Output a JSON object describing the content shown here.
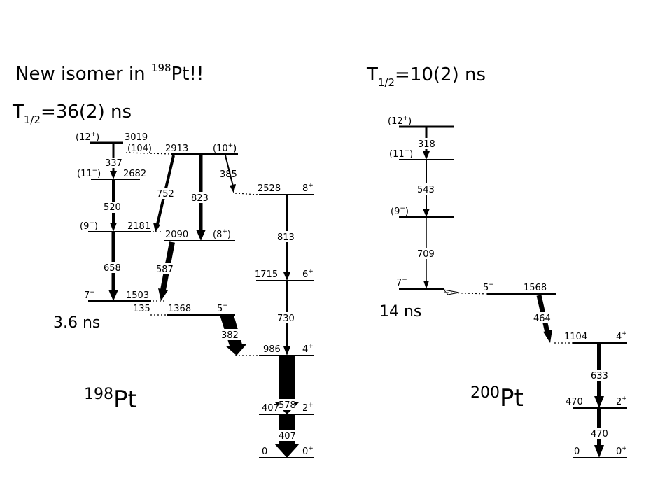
{
  "headline": {
    "prefix": "New isomer in ",
    "mass": "198",
    "element": "Pt!!"
  },
  "half_life_198": {
    "main": "T",
    "sub": "1/2",
    "value": "=36(2) ns"
  },
  "half_life_200": {
    "main": "T",
    "sub": "1/2",
    "value": "=10(2) ns"
  },
  "nucleus_198": {
    "mass": "198",
    "element": "Pt"
  },
  "nucleus_200": {
    "mass": "200",
    "element": "Pt"
  },
  "isomer_198": {
    "lifetime": "3.6 ns",
    "energy": "135"
  },
  "isomer_200": {
    "lifetime": "14 ns"
  },
  "pt198": {
    "levels": {
      "l3019": {
        "spin": "(12",
        "parity": "+",
        "close": ")",
        "energy": "3019"
      },
      "l2913": {
        "spin": "(10",
        "parity": "+",
        "close": ")",
        "energy": "2913",
        "link": "(104)"
      },
      "l2682": {
        "spin": "(11",
        "parity": "−",
        "close": ")",
        "energy": "2682"
      },
      "l2528": {
        "spin": "8",
        "parity": "+",
        "energy": "2528"
      },
      "l2181": {
        "spin": "(9",
        "parity": "−",
        "close": ")",
        "energy": "2181"
      },
      "l2090": {
        "spin": "(8",
        "parity": "+",
        "close": ")",
        "energy": "2090"
      },
      "l1715": {
        "spin": "6",
        "parity": "+",
        "energy": "1715"
      },
      "l1503": {
        "spin": "7",
        "parity": "−",
        "energy": "1503"
      },
      "l1368": {
        "spin": "5",
        "parity": "−",
        "energy": "1368"
      },
      "l986": {
        "spin": "4",
        "parity": "+",
        "energy": "986"
      },
      "l407": {
        "spin": "2",
        "parity": "+",
        "energy": "407"
      },
      "l0": {
        "spin": "0",
        "parity": "+",
        "energy": "0"
      }
    },
    "transitions": {
      "t337": "337",
      "t520": "520",
      "t658": "658",
      "t752": "752",
      "t823": "823",
      "t385": "385",
      "t813": "813",
      "t587": "587",
      "t730": "730",
      "t382": "382",
      "t578": "578",
      "t407": "407"
    }
  },
  "pt200": {
    "levels": {
      "l12": {
        "spin": "(12",
        "parity": "+",
        "close": ")"
      },
      "l11": {
        "spin": "(11",
        "parity": "−",
        "close": ")"
      },
      "l9": {
        "spin": "(9",
        "parity": "−",
        "close": ")"
      },
      "l7": {
        "spin": "7",
        "parity": "−"
      },
      "l1568": {
        "spin": "5",
        "parity": "−",
        "energy": "1568"
      },
      "l1104": {
        "spin": "4",
        "parity": "+",
        "energy": "1104"
      },
      "l470": {
        "spin": "2",
        "parity": "+",
        "energy": "470"
      },
      "l0": {
        "spin": "0",
        "parity": "+",
        "energy": "0"
      }
    },
    "transitions": {
      "t318": "318",
      "t543": "543",
      "t709": "709",
      "t464": "464",
      "t633": "633",
      "t470": "470"
    }
  }
}
